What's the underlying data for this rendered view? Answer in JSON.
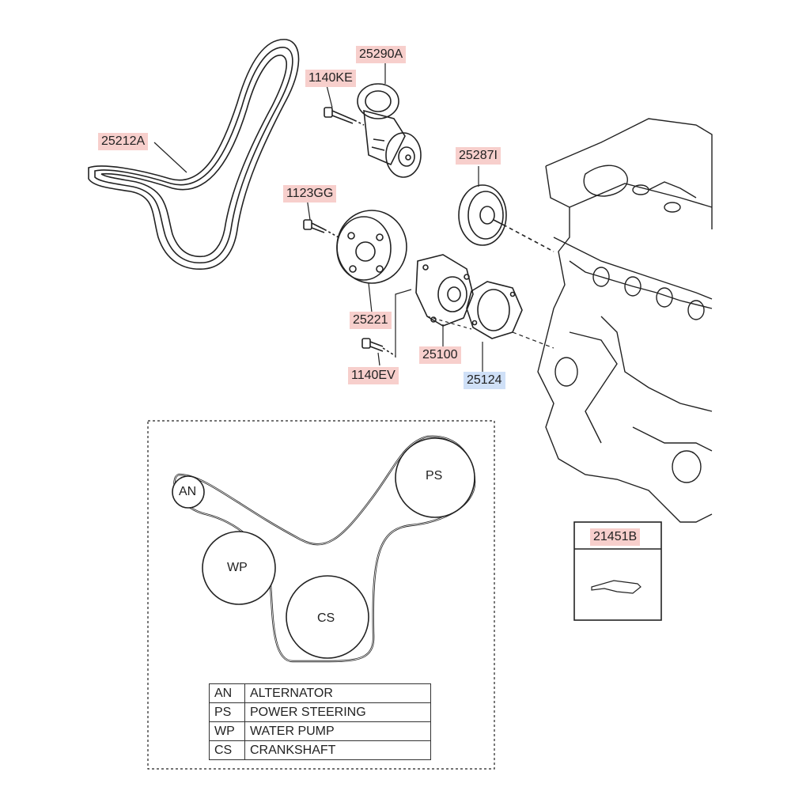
{
  "parts": {
    "p25212A": "25212A",
    "p25290A": "25290A",
    "p1140KE": "1140KE",
    "p1123GG": "1123GG",
    "p25287I": "25287I",
    "p25221": "25221",
    "p25100": "25100",
    "p1140EV": "1140EV",
    "p25124": "25124",
    "p21451B": "21451B"
  },
  "routing": {
    "AN": "AN",
    "PS": "PS",
    "WP": "WP",
    "CS": "CS"
  },
  "legend": [
    {
      "abbr": "AN",
      "name": "ALTERNATOR"
    },
    {
      "abbr": "PS",
      "name": "POWER STEERING"
    },
    {
      "abbr": "WP",
      "name": "WATER PUMP"
    },
    {
      "abbr": "CS",
      "name": "CRANKSHAFT"
    }
  ],
  "colors": {
    "label_highlight": "#f7cfcc",
    "label_highlight_alt": "#cfe0f7"
  }
}
